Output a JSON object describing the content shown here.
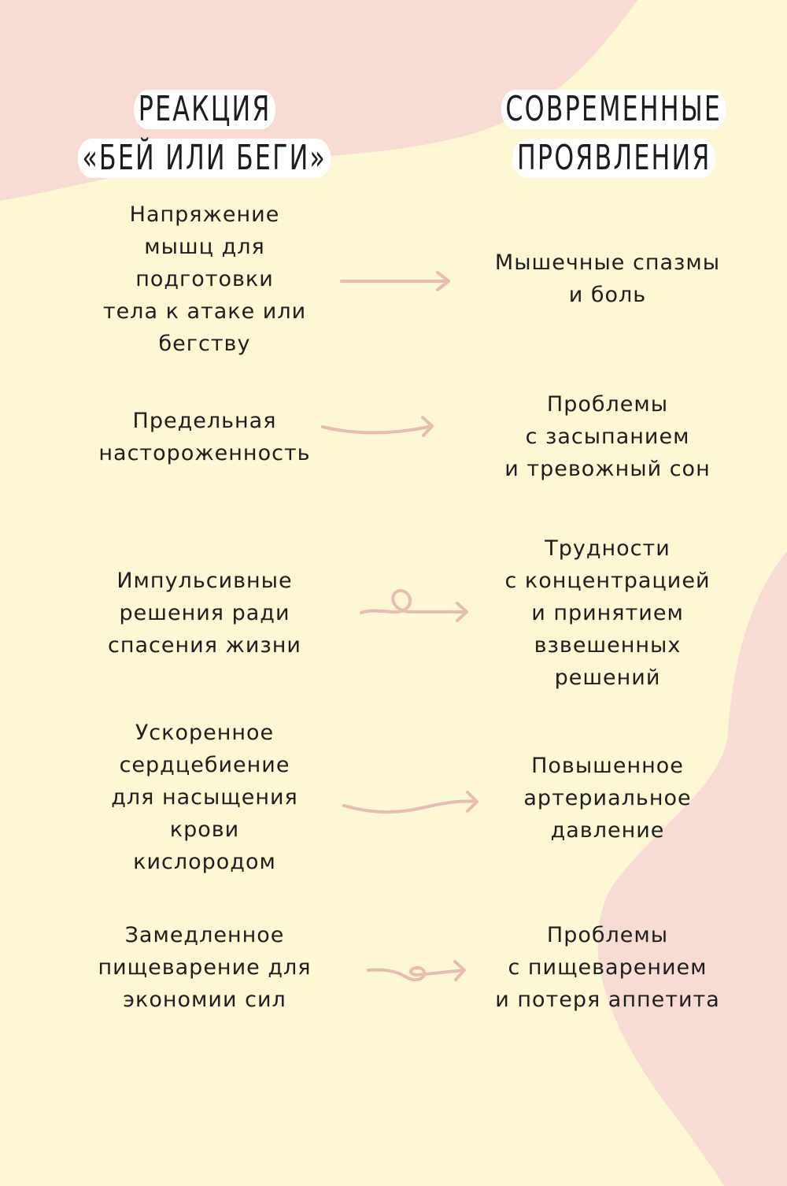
{
  "headers": {
    "left": [
      "РЕАКЦИЯ",
      "«БЕЙ ИЛИ БЕГИ»"
    ],
    "right": [
      "СОВРЕМЕННЫЕ",
      "ПРОЯВЛЕНИЯ"
    ]
  },
  "rows": [
    {
      "reaction": [
        "Напряжение",
        "мышц для",
        "подготовки",
        "тела к атаке или",
        "бегству"
      ],
      "manifestation": [
        "Мышечные спазмы",
        "и боль"
      ]
    },
    {
      "reaction": [
        "Предельная",
        "настороженность"
      ],
      "manifestation": [
        "Проблемы",
        "с засыпанием",
        "и тревожный сон"
      ]
    },
    {
      "reaction": [
        "Импульсивные",
        "решения ради",
        "спасения жизни"
      ],
      "manifestation": [
        "Трудности",
        "с концентрацией",
        "и принятием",
        "взвешенных",
        "решений"
      ]
    },
    {
      "reaction": [
        "Ускоренное",
        "сердцебиение",
        "для насыщения",
        "крови",
        "кислородом"
      ],
      "manifestation": [
        "Повышенное",
        "артериальное",
        "давление"
      ]
    },
    {
      "reaction": [
        "Замедленное",
        "пищеварение для",
        "экономии сил"
      ],
      "manifestation": [
        "Проблемы",
        "с пищеварением",
        "и потеря аппетита"
      ]
    }
  ],
  "colors": {
    "background": "#fdf7d3",
    "blob": "#f8dcd3",
    "arrow": "#e8bcb0"
  }
}
